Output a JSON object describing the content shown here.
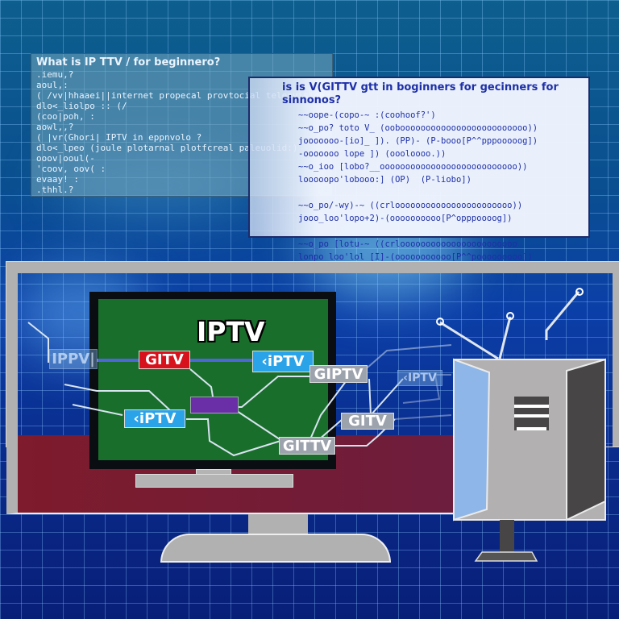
{
  "scene": {
    "description": "Illustration of IPTV concept: large monitor containing a small TV with network diagram, a retro TV box with antennas, and two floating text panels over a blue grid world-map background",
    "colors": {
      "background_blue": "#0b3fa8",
      "grid": "#8cc8ff",
      "screen_green": "#1a6e2c",
      "desk_red": "#7e1b2c",
      "frame_gray": "#b1b1b1",
      "tag_red": "#d8121c",
      "tag_blue": "#2aa3e8",
      "tag_gray": "#9da3ad",
      "node_purple": "#6a2ea6"
    }
  },
  "panel_left": {
    "title": "What  is  IP  TTV / for beginnero?",
    "lines": [
      ".iemu,?",
      "aoul,:",
      "( /vv|hhaaei||internet propecal provtocial teleovision",
      "dlo<_liolpo :: (/",
      "(coo|poh, :",
      "aowl,,?",
      "( |vr(Ghori|  IPTV  in  eppnvolo ?",
      "dlo<_lpeo (joule plotarnal  plotfcreal  paleuolid:)",
      "ooov|ooul(-",
      "'coov, oov( :",
      "evaay! :",
      ".thhl.?"
    ]
  },
  "panel_right": {
    "title": "is  is  V(GITTV  gtt  in  boginners  for  gecinners  for  sinnonos?",
    "lines": [
      "~~oope-(copo-~ :(coohoof?')",
      "~~o_po? toto V_ (oobooooooooooooooooooooooooo))",
      "jooooooo-[io]_ ]). (PP)- (P-booo[P^^pppooooog])",
      "-ooooooo lope ]) (oooloooo.))",
      "~~o_ioo [lobo?__ooooooooooooooooooooooooooo))",
      "looooopo'lobooo:] (OP)  (P-liobo])",
      "",
      "~~o_po/-wy)-~ ((crlooooooooooooooooooooooo))",
      "jooo_loo'lopo+2)-(oooooooooo[P^opppoooog])",
      "",
      "~~o_po [lotu-~ ((crlooooooooooooooooooooooo",
      "lonpo_loo'lol_[I]-(ooooooooooo[P^^pooooooooo])"
    ]
  },
  "inner_tv": {
    "title": "IPTV"
  },
  "network_tags": [
    {
      "label": "IPPV|",
      "style": "faded"
    },
    {
      "label": "GITV",
      "style": "red"
    },
    {
      "label": "‹iPTV",
      "style": "blue"
    },
    {
      "label": "GIPTV",
      "style": "gray"
    },
    {
      "label": "‹iPTV",
      "style": "blue"
    },
    {
      "label": "‹IPTV",
      "style": "faded"
    },
    {
      "label": "GITV",
      "style": "gray"
    },
    {
      "label": "GITTV",
      "style": "gray"
    }
  ]
}
